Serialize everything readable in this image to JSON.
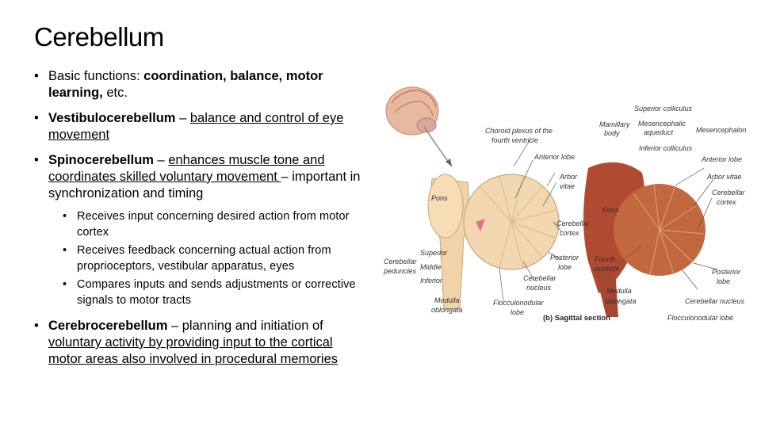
{
  "title": "Cerebellum",
  "bullets": {
    "b1_prefix": "Basic functions: ",
    "b1_bold": "coordination, balance, motor learning,",
    "b1_suffix": " etc.",
    "b2_term": "Vestibulocerebellum",
    "b2_dash": " – ",
    "b2_desc": "balance and control of eye movement",
    "b3_term": "Spinocerebellum",
    "b3_dash": " – ",
    "b3_desc": "enhances muscle tone and coordinates skilled voluntary movement ",
    "b3_rest": "– important in synchronization and timing",
    "sub": [
      "Receives input concerning desired action from motor cortex",
      "Receives feedback concerning actual action from proprioceptors, vestibular apparatus, eyes",
      "Compares inputs and sends adjustments or corrective signals to motor tracts"
    ],
    "b4_term": "Cerebrocerebellum",
    "b4_dash": " – planning and initiation of ",
    "b4_desc": "voluntary activity by providing input to the cortical motor areas also involved in procedural memories"
  },
  "figure": {
    "labels": {
      "choroid": "Choroid plexus of the",
      "choroid2": "fourth ventricle",
      "superior_colliculus": "Superior colliculus",
      "mamillary": "Mamillary",
      "body": "body",
      "mesencephalic": "Mesencephalic",
      "aqueduct": "aqueduct",
      "inferior_colliculus": "Inferior colliculus",
      "mesencephalon": "Mesencephalon",
      "anterior_lobe_l": "Anterior lobe",
      "anterior_lobe_r": "Anterior lobe",
      "arbor_l": "Arbor",
      "vitae_l": "vitae",
      "arbor_r": "Arbor vitae",
      "pons_l": "Pons",
      "pons_r": "Pons",
      "cerebellar_l": "Cerebellar",
      "cortex_l": "cortex",
      "cerebellar_r": "Cerebellar",
      "cortex_r": "cortex",
      "cerebellar_ped": "Cerebellar",
      "peduncles": "peduncles",
      "superior": "Superior",
      "middle": "Middle",
      "inferior": "Inferior",
      "posterior_l": "Posterior",
      "lobe_pl": "lobe",
      "fourth": "Fourth",
      "ventricle": "ventricle",
      "posterior_r": "Posterior",
      "lobe_pr": "lobe",
      "cerebellar_nucleus_l": "Cerebellar",
      "nucleus_l": "nucleus",
      "medulla_l": "Medulla",
      "oblongata_l": "oblongata",
      "medulla_r": "Medulla",
      "oblongata_r": "oblongata",
      "flocc_l": "Flocculonodular",
      "lobe_fl": "lobe",
      "cerebellar_nucleus_r": "Cerebellar nucleus",
      "flocc_r": "Flocculonodular lobe",
      "caption": "(b) Sagittal section"
    }
  }
}
